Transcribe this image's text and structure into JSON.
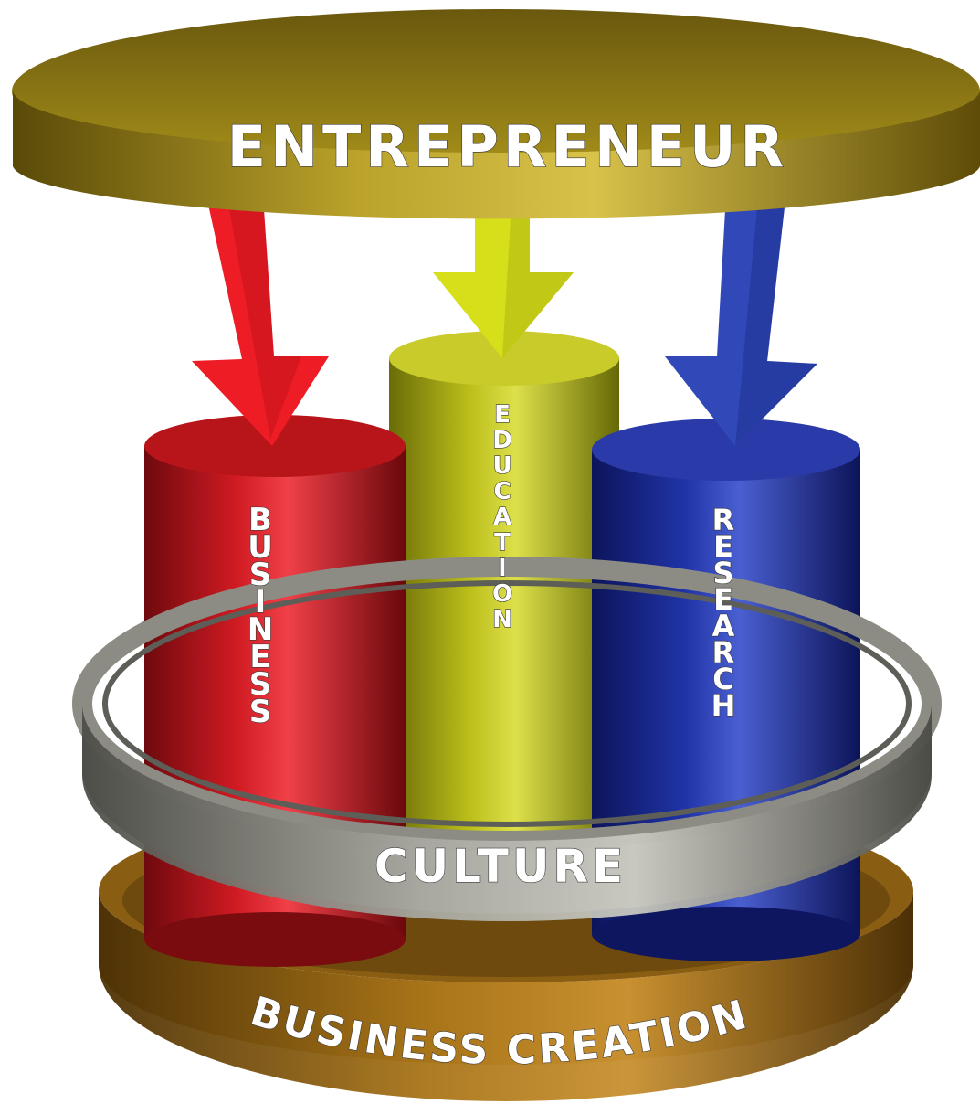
{
  "top_disc": {
    "label": "ENTREPRENEUR",
    "color": "#a8921a"
  },
  "pillars": [
    {
      "id": "business",
      "label": "BUSINESS",
      "color": "#c4161c"
    },
    {
      "id": "education",
      "label": "EDUCATION",
      "color": "#b9bb16"
    },
    {
      "id": "research",
      "label": "RESEARCH",
      "color": "#1f2f9e"
    }
  ],
  "arrows": [
    {
      "target": "business",
      "color": "#ee1c24"
    },
    {
      "target": "education",
      "color": "#d6df1a"
    },
    {
      "target": "research",
      "color": "#3149b8"
    }
  ],
  "ring": {
    "label": "CULTURE",
    "color": "#8e8e86"
  },
  "base": {
    "label": "BUSINESS CREATION",
    "color": "#9a6a12"
  }
}
